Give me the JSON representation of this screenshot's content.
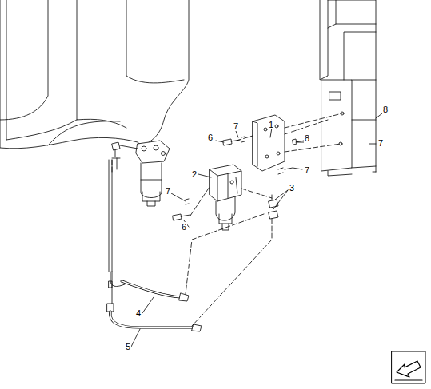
{
  "diagram": {
    "labels": [
      "8",
      "7",
      "1",
      "7",
      "6",
      "8",
      "7",
      "2",
      "3",
      "7",
      "6",
      "4",
      "5"
    ]
  }
}
